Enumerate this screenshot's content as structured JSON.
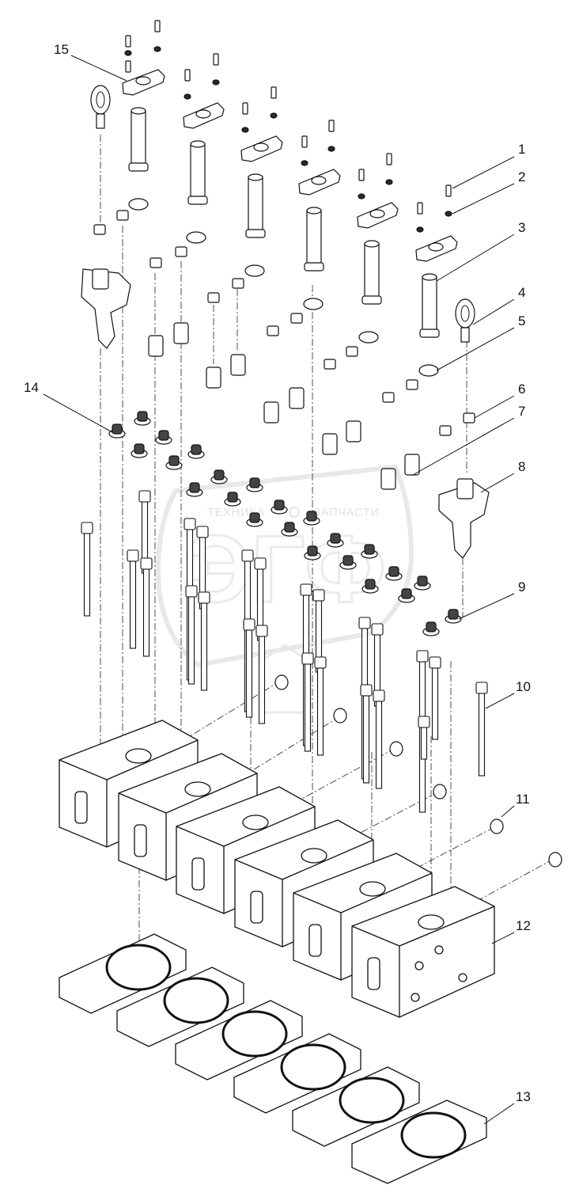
{
  "diagram": {
    "watermark": {
      "brand_left": "ТЕХНИКА",
      "brand_right": "ЗАПЧАСТИ"
    },
    "callouts": [
      {
        "number": "1"
      },
      {
        "number": "2"
      },
      {
        "number": "3"
      },
      {
        "number": "4"
      },
      {
        "number": "5"
      },
      {
        "number": "6"
      },
      {
        "number": "7"
      },
      {
        "number": "8"
      },
      {
        "number": "9"
      },
      {
        "number": "10"
      },
      {
        "number": "11"
      },
      {
        "number": "12"
      },
      {
        "number": "13"
      },
      {
        "number": "14"
      },
      {
        "number": "15"
      }
    ]
  }
}
